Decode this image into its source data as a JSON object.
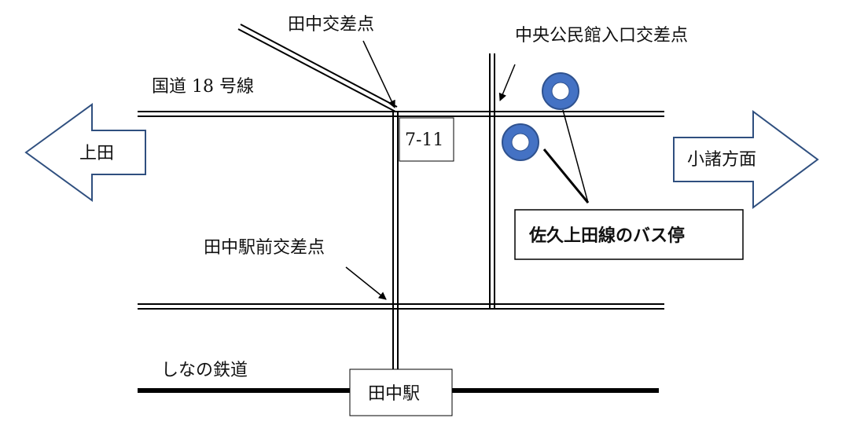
{
  "labels": {
    "tanaka_crossing": "田中交差点",
    "chuo_crossing": "中央公民館入口交差点",
    "route18": "国道 18 号線",
    "station_front_crossing": "田中駅前交差点",
    "railway": "しなの鉄道",
    "seven_eleven": "7-11",
    "station": "田中駅",
    "west_arrow": "上田",
    "east_arrow": "小諸方面",
    "bus_stop_callout": "佐久上田線のバス停"
  },
  "colors": {
    "road": "#000000",
    "arrow_stroke": "#2f4f7f",
    "bus_stop_fill": "#4472c4",
    "bus_stop_ring": "#2f528f"
  },
  "icons": {
    "bus_stop": "bus-stop-icon",
    "west": "arrow-left-icon",
    "east": "arrow-right-icon"
  }
}
